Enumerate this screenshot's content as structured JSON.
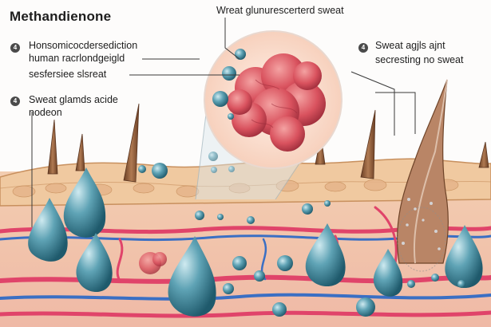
{
  "title": "Methandienone",
  "callouts": {
    "top": {
      "text": "Wreat glunurescerterd sweat"
    },
    "left1": {
      "badge": "4",
      "lines": [
        "Honsomicocdersediction",
        "human racrlondgeigld",
        "sesfersiee slsreat"
      ]
    },
    "left2": {
      "badge": "4",
      "lines": [
        "Sweat glamds acide",
        "nodeon"
      ]
    },
    "right": {
      "badge": "4",
      "lines": [
        "Sweat agjls ajnt",
        "secresting no sweat"
      ]
    }
  },
  "colors": {
    "skin_surface": "#f0c9a0",
    "skin_cells": "#e6b48a",
    "dermis": "#f2c9b6",
    "blood_vessel_red": "#e0446a",
    "blood_vessel_blue": "#3a6fc4",
    "sweat_gland": "#5fa3b5",
    "gland_cluster": "#d9525e",
    "hair": "#8a5a3a",
    "magnifier_bg": "#fbe3d6"
  },
  "icons": [
    "sweat-droplet-icon",
    "hair-icon",
    "magnifier-icon"
  ]
}
